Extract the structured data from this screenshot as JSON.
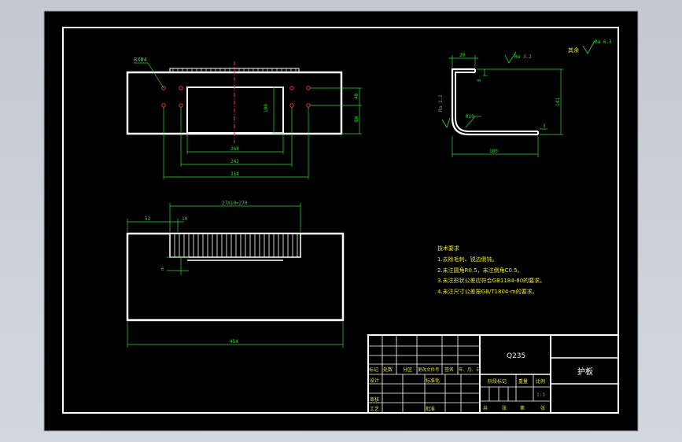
{
  "drawing": {
    "part_name": "护板",
    "material": "Q235",
    "scale": "1:3",
    "hole_note": "8XΦ4"
  },
  "top_view": {
    "dim_inner_width": "264",
    "dim_hole_span_inner": "242",
    "dim_hole_span_outer": "314",
    "dim_slot_height": "100",
    "dim_hole_v1": "40",
    "dim_hole_v2": "60"
  },
  "front_view": {
    "dim_left_offset": "52",
    "dim_pitch_start": "10",
    "dim_pitch": "27X10=270",
    "dim_tooth_depth": "6",
    "dim_total_width": "454"
  },
  "side_view": {
    "dim_flange": "20",
    "dim_flange_small": "8",
    "dim_height": "141",
    "dim_base": "180",
    "dim_lip": "3",
    "radius": "R20",
    "roughness_top": "Ra 3.2",
    "roughness_left": "Ra 3.2",
    "roughness_global": "Ra 6.3",
    "roughness_rest_label": "其余"
  },
  "tech_requirements": {
    "title": "技术要求",
    "items": [
      "1.去除毛刺、锐边倒钝。",
      "2.未注圆角R0.5，未注倒角C0.5。",
      "3.未注形状公差应符合GB1184-80的要求。",
      "4.未注尺寸公差按GB/T1804-m的要求。"
    ]
  },
  "title_block": {
    "row_labels": [
      "标记",
      "处数",
      "分区",
      "更改文件号",
      "签名",
      "年、月、日"
    ],
    "design": "设计",
    "standardization": "标准化",
    "review": "审核",
    "process": "工艺",
    "approve": "批准",
    "stage_mark": "阶段标记",
    "weight": "重量",
    "ratio": "比例",
    "sheet_total": "共",
    "sheet_label": "张",
    "sheet_no": "第",
    "sheet_no_label": "张"
  }
}
